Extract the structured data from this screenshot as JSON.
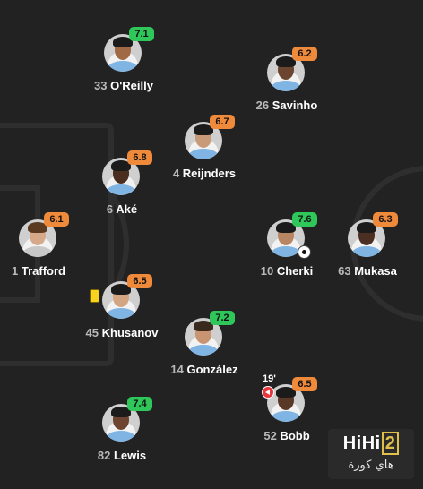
{
  "players": [
    {
      "id": "oreilly",
      "number": "33",
      "name": "O'Reilly",
      "rating": "7.1",
      "rating_color": "green",
      "skin": "#a06a45",
      "shirt": "#7fb4e3"
    },
    {
      "id": "savinho",
      "number": "26",
      "name": "Savinho",
      "rating": "6.2",
      "rating_color": "orange",
      "skin": "#6b4530",
      "shirt": "#7fb4e3"
    },
    {
      "id": "reijnders",
      "number": "4",
      "name": "Reijnders",
      "rating": "6.7",
      "rating_color": "orange",
      "skin": "#c99a78",
      "shirt": "#7fb4e3"
    },
    {
      "id": "ake",
      "number": "6",
      "name": "Aké",
      "rating": "6.8",
      "rating_color": "orange",
      "skin": "#4a2e20",
      "shirt": "#7fb4e3"
    },
    {
      "id": "trafford",
      "number": "1",
      "name": "Trafford",
      "rating": "6.1",
      "rating_color": "orange",
      "skin": "#d6a98a",
      "shirt": "#c8c8c8"
    },
    {
      "id": "cherki",
      "number": "10",
      "name": "Cherki",
      "rating": "7.6",
      "rating_color": "green",
      "skin": "#b98664",
      "shirt": "#7fb4e3"
    },
    {
      "id": "mukasa",
      "number": "63",
      "name": "Mukasa",
      "rating": "6.3",
      "rating_color": "orange",
      "skin": "#4b2f22",
      "shirt": "#7fb4e3"
    },
    {
      "id": "khusanov",
      "number": "45",
      "name": "Khusanov",
      "rating": "6.5",
      "rating_color": "orange",
      "skin": "#d4a582",
      "shirt": "#7fb4e3"
    },
    {
      "id": "gonzalez",
      "number": "14",
      "name": "González",
      "rating": "7.2",
      "rating_color": "green",
      "skin": "#c89472",
      "shirt": "#7fb4e3"
    },
    {
      "id": "lewis",
      "number": "82",
      "name": "Lewis",
      "rating": "7.4",
      "rating_color": "green",
      "skin": "#6e4431",
      "shirt": "#7fb4e3"
    },
    {
      "id": "bobb",
      "number": "52",
      "name": "Bobb",
      "rating": "6.5",
      "rating_color": "orange",
      "skin": "#5a3827",
      "shirt": "#7fb4e3"
    }
  ],
  "events": {
    "khusanov_card": "yellow-card",
    "cherki_goal": "ball-icon",
    "bobb_sub_minute": "19'",
    "bobb_sub_icon": "substitution-icon"
  },
  "colors": {
    "rating_green": "#2fc65a",
    "rating_orange": "#f08a3b",
    "background": "#222222"
  },
  "watermark": {
    "brand": "HiHi",
    "brand_digit": "2",
    "arabic": "هاي كورة"
  }
}
